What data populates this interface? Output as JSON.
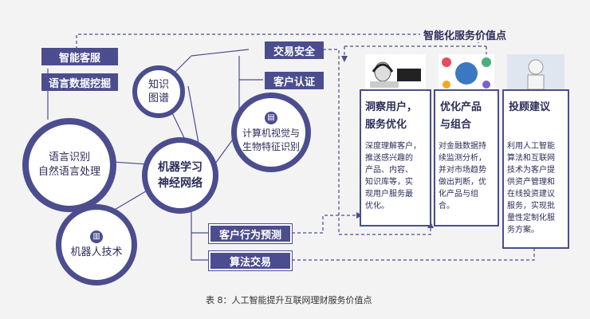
{
  "header_title": "智能化服务价值点",
  "left_bars": [
    "智能客服",
    "语言数据挖掘"
  ],
  "nodes": {
    "knowledge_graph": "知识图谱",
    "speech": [
      "语言识别",
      "自然语言处理"
    ],
    "ml": [
      "机器学习",
      "神经网络"
    ],
    "robot": "机器人技术",
    "cv": [
      "计算机视觉与",
      "生物特征识别"
    ]
  },
  "right_bars": [
    "交易安全",
    "客户认证",
    "客户行为预测",
    "算法交易"
  ],
  "cards": [
    {
      "title": [
        "洞察用户，",
        "服务优化"
      ],
      "body": [
        "深度理解客户，",
        "推送感兴趣的",
        "产品、内容、",
        "知识库等，实",
        "现用户服务最",
        "优化。"
      ]
    },
    {
      "title": [
        "优化产品",
        "与组合"
      ],
      "body": [
        "对金融数据持",
        "续监测分析，",
        "并对市场趋势",
        "做出判断，优",
        "化产品与组",
        "合。"
      ]
    },
    {
      "title": [
        "投顾建议"
      ],
      "body": [
        "利用人工智能",
        "算法和互联网",
        "技术为客户提",
        "供资产管理和",
        "在线投资建议",
        "服务，实现批",
        "量性定制化服",
        "务方案。"
      ]
    }
  ],
  "caption": "表 8：人工智能提升互联网理财服务价值点"
}
